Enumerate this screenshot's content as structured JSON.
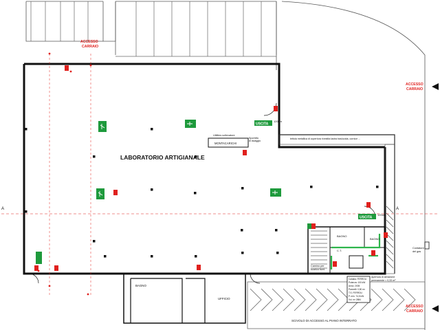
{
  "labels": {
    "main_room": "LABORATORIO ARTIGIANALE",
    "accesso_carraio": "ACCESSO CARRAIO",
    "accesso_line1": "ACCESSO",
    "accesso_line2": "CARRAIO",
    "section_a": "A",
    "uscita": "USCITA",
    "width_120": "120cm",
    "montacarichi": "MONTACARICHI",
    "utility_line1": "Utilities sollevatore",
    "sportello_line1": "Sportello",
    "sportello_line2": "di lavaggio",
    "bagno": "BAGNO",
    "ct": "C.T.",
    "ufficio": "UFFICIO",
    "scivolo": "SCIVOLO DI ACCESSO AL PIANO INTERRATO",
    "camino_line1": "Camino per",
    "camino_line2": "scarico fumi",
    "contatore_line1": "Contatore",
    "contatore_line2": "del gas",
    "apertura_line1": "Apertura di aerazione",
    "apertura_line2": "permanente = 0,33 m²",
    "tettoia_note": "tettoia metallica di copertura rivestita lastra traslucida, cornice ...",
    "cert_lines": [
      "Caldaia: FERROLI",
      "Potenza: 100 kW",
      "Anno: 2005",
      "Pannelli: 0,50 m²",
      "T.S. FERROLI",
      "P. min. 74,5 kW",
      "Vol. m³ 2884"
    ]
  },
  "legend_colors": {
    "wall": "#111111",
    "grid_red": "#e0201d",
    "exit_green": "#1e9a3c",
    "route_green": "#2db54b"
  }
}
